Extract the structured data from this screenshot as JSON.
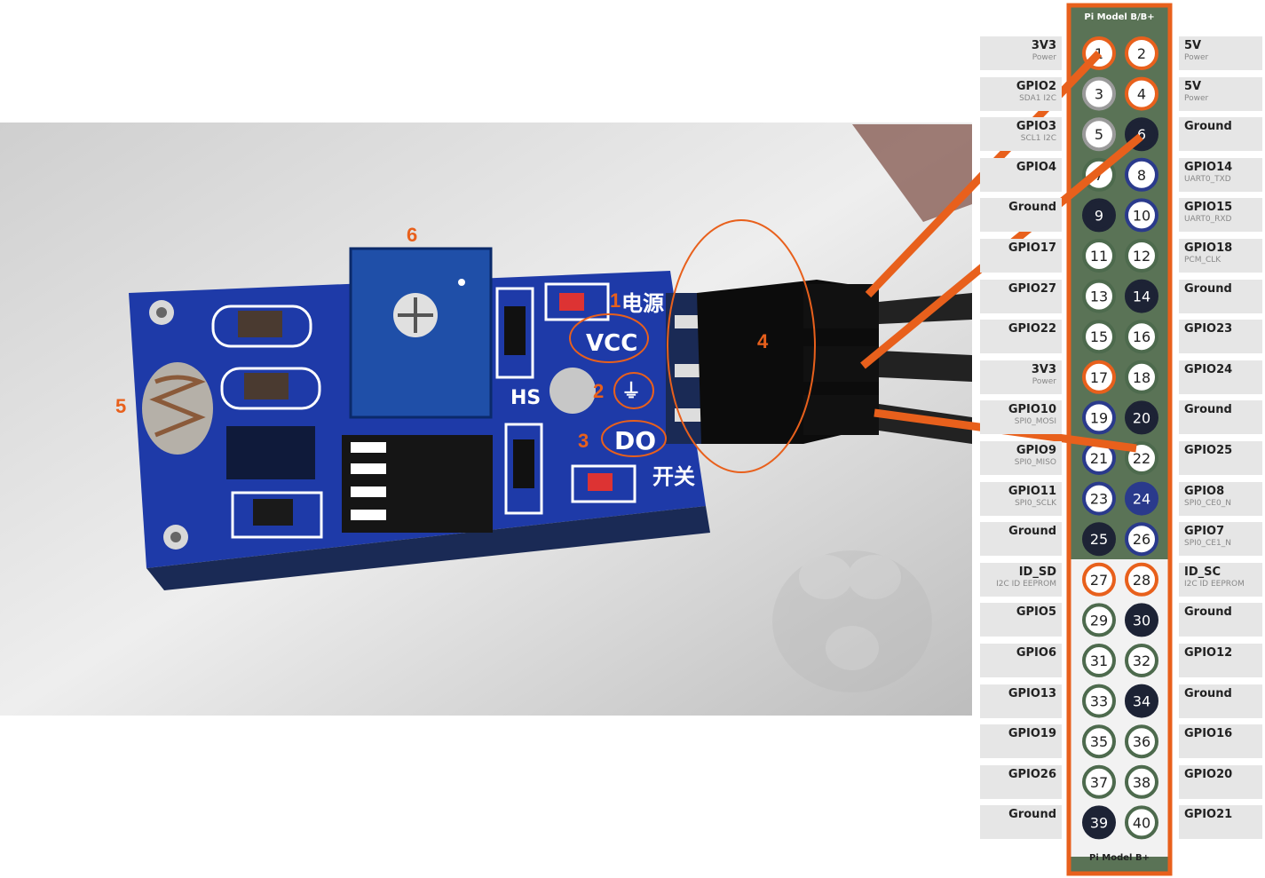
{
  "photo": {
    "annotations": {
      "a1": "1",
      "a2": "2",
      "a3": "3",
      "a4": "4",
      "a5": "5",
      "a6": "6"
    },
    "silkscreen": {
      "vcc": "VCC",
      "gnd": "⏚",
      "do": "DO",
      "power_cn": "电源",
      "switch_cn": "开关",
      "hs": "HS"
    }
  },
  "header": {
    "title_top": "Pi Model B/B+",
    "title_bottom": "Pi Model B+"
  },
  "pins": [
    {
      "num": "1",
      "name": "3V3",
      "sub": "Power",
      "ring": "#e8601c",
      "fill": "#ffffff",
      "text": "#222"
    },
    {
      "num": "2",
      "name": "5V",
      "sub": "Power",
      "ring": "#e8601c",
      "fill": "#ffffff",
      "text": "#222"
    },
    {
      "num": "3",
      "name": "GPIO2",
      "sub": "SDA1 I2C",
      "ring": "#9a9a9a",
      "fill": "#ffffff",
      "text": "#222"
    },
    {
      "num": "4",
      "name": "5V",
      "sub": "Power",
      "ring": "#e8601c",
      "fill": "#ffffff",
      "text": "#222"
    },
    {
      "num": "5",
      "name": "GPIO3",
      "sub": "SCL1 I2C",
      "ring": "#9a9a9a",
      "fill": "#ffffff",
      "text": "#222"
    },
    {
      "num": "6",
      "name": "Ground",
      "sub": "",
      "ring": "#1d2335",
      "fill": "#1d2335",
      "text": "#fff"
    },
    {
      "num": "7",
      "name": "GPIO4",
      "sub": "",
      "ring": "#4d6a4d",
      "fill": "#ffffff",
      "text": "#222"
    },
    {
      "num": "8",
      "name": "GPIO14",
      "sub": "UART0_TXD",
      "ring": "#2a3a8c",
      "fill": "#ffffff",
      "text": "#222"
    },
    {
      "num": "9",
      "name": "Ground",
      "sub": "",
      "ring": "#1d2335",
      "fill": "#1d2335",
      "text": "#fff"
    },
    {
      "num": "10",
      "name": "GPIO15",
      "sub": "UART0_RXD",
      "ring": "#2a3a8c",
      "fill": "#ffffff",
      "text": "#222"
    },
    {
      "num": "11",
      "name": "GPIO17",
      "sub": "",
      "ring": "#4d6a4d",
      "fill": "#ffffff",
      "text": "#222"
    },
    {
      "num": "12",
      "name": "GPIO18",
      "sub": "PCM_CLK",
      "ring": "#4d6a4d",
      "fill": "#ffffff",
      "text": "#222"
    },
    {
      "num": "13",
      "name": "GPIO27",
      "sub": "",
      "ring": "#4d6a4d",
      "fill": "#ffffff",
      "text": "#222"
    },
    {
      "num": "14",
      "name": "Ground",
      "sub": "",
      "ring": "#1d2335",
      "fill": "#1d2335",
      "text": "#fff"
    },
    {
      "num": "15",
      "name": "GPIO22",
      "sub": "",
      "ring": "#4d6a4d",
      "fill": "#ffffff",
      "text": "#222"
    },
    {
      "num": "16",
      "name": "GPIO23",
      "sub": "",
      "ring": "#4d6a4d",
      "fill": "#ffffff",
      "text": "#222"
    },
    {
      "num": "17",
      "name": "3V3",
      "sub": "Power",
      "ring": "#e8601c",
      "fill": "#ffffff",
      "text": "#222"
    },
    {
      "num": "18",
      "name": "GPIO24",
      "sub": "",
      "ring": "#4d6a4d",
      "fill": "#ffffff",
      "text": "#222"
    },
    {
      "num": "19",
      "name": "GPIO10",
      "sub": "SPI0_MOSI",
      "ring": "#2a3a8c",
      "fill": "#ffffff",
      "text": "#222"
    },
    {
      "num": "20",
      "name": "Ground",
      "sub": "",
      "ring": "#1d2335",
      "fill": "#1d2335",
      "text": "#fff"
    },
    {
      "num": "21",
      "name": "GPIO9",
      "sub": "SPI0_MISO",
      "ring": "#2a3a8c",
      "fill": "#ffffff",
      "text": "#222"
    },
    {
      "num": "22",
      "name": "GPIO25",
      "sub": "",
      "ring": "#4d6a4d",
      "fill": "#ffffff",
      "text": "#222"
    },
    {
      "num": "23",
      "name": "GPIO11",
      "sub": "SPI0_SCLK",
      "ring": "#2a3a8c",
      "fill": "#ffffff",
      "text": "#222"
    },
    {
      "num": "24",
      "name": "GPIO8",
      "sub": "SPI0_CE0_N",
      "ring": "#2a3a8c",
      "fill": "#2a3a8c",
      "text": "#fff"
    },
    {
      "num": "25",
      "name": "Ground",
      "sub": "",
      "ring": "#1d2335",
      "fill": "#1d2335",
      "text": "#fff"
    },
    {
      "num": "26",
      "name": "GPIO7",
      "sub": "SPI0_CE1_N",
      "ring": "#2a3a8c",
      "fill": "#ffffff",
      "text": "#222"
    },
    {
      "num": "27",
      "name": "ID_SD",
      "sub": "I2C ID EEPROM",
      "ring": "#e8601c",
      "fill": "#ffffff",
      "text": "#222"
    },
    {
      "num": "28",
      "name": "ID_SC",
      "sub": "I2C ID EEPROM",
      "ring": "#e8601c",
      "fill": "#ffffff",
      "text": "#222"
    },
    {
      "num": "29",
      "name": "GPIO5",
      "sub": "",
      "ring": "#4d6a4d",
      "fill": "#ffffff",
      "text": "#222"
    },
    {
      "num": "30",
      "name": "Ground",
      "sub": "",
      "ring": "#1d2335",
      "fill": "#1d2335",
      "text": "#fff"
    },
    {
      "num": "31",
      "name": "GPIO6",
      "sub": "",
      "ring": "#4d6a4d",
      "fill": "#ffffff",
      "text": "#222"
    },
    {
      "num": "32",
      "name": "GPIO12",
      "sub": "",
      "ring": "#4d6a4d",
      "fill": "#ffffff",
      "text": "#222"
    },
    {
      "num": "33",
      "name": "GPIO13",
      "sub": "",
      "ring": "#4d6a4d",
      "fill": "#ffffff",
      "text": "#222"
    },
    {
      "num": "34",
      "name": "Ground",
      "sub": "",
      "ring": "#1d2335",
      "fill": "#1d2335",
      "text": "#fff"
    },
    {
      "num": "35",
      "name": "GPIO19",
      "sub": "",
      "ring": "#4d6a4d",
      "fill": "#ffffff",
      "text": "#222"
    },
    {
      "num": "36",
      "name": "GPIO16",
      "sub": "",
      "ring": "#4d6a4d",
      "fill": "#ffffff",
      "text": "#222"
    },
    {
      "num": "37",
      "name": "GPIO26",
      "sub": "",
      "ring": "#4d6a4d",
      "fill": "#ffffff",
      "text": "#222"
    },
    {
      "num": "38",
      "name": "GPIO20",
      "sub": "",
      "ring": "#4d6a4d",
      "fill": "#ffffff",
      "text": "#222"
    },
    {
      "num": "39",
      "name": "Ground",
      "sub": "",
      "ring": "#1d2335",
      "fill": "#1d2335",
      "text": "#fff"
    },
    {
      "num": "40",
      "name": "GPIO21",
      "sub": "",
      "ring": "#4d6a4d",
      "fill": "#ffffff",
      "text": "#222"
    }
  ],
  "colors": {
    "accent": "#e8601c",
    "board_blue": "#1f3aa0",
    "header_green": "#5a7356"
  }
}
